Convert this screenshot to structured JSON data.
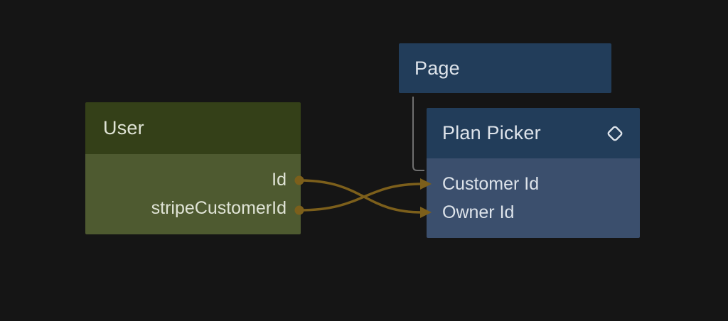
{
  "canvas": {
    "background_color": "#151515"
  },
  "nodes": {
    "page": {
      "title": "Page",
      "header_color": "#223d5a",
      "text_color": "#dde3ea"
    },
    "user": {
      "title": "User",
      "header_color": "#344018",
      "body_color": "#4e5a30",
      "text_color": "#e0e4d6",
      "fields": [
        "Id",
        "stripeCustomerId"
      ]
    },
    "plan_picker": {
      "title": "Plan Picker",
      "icon": "diamond-icon",
      "icon_color": "#dde3ea",
      "header_color": "#223d5a",
      "body_color": "#3b4f6d",
      "text_color": "#dde3ea",
      "fields": [
        "Customer Id",
        "Owner Id"
      ]
    }
  },
  "edges": {
    "wire_color": "#7c5f1b",
    "parent_connector_color": "#6f6f6f",
    "connections": [
      {
        "from": "User.Id",
        "to": "Plan Picker.Owner Id"
      },
      {
        "from": "User.stripeCustomerId",
        "to": "Plan Picker.Customer Id"
      },
      {
        "from": "Page",
        "to": "Plan Picker"
      }
    ]
  }
}
